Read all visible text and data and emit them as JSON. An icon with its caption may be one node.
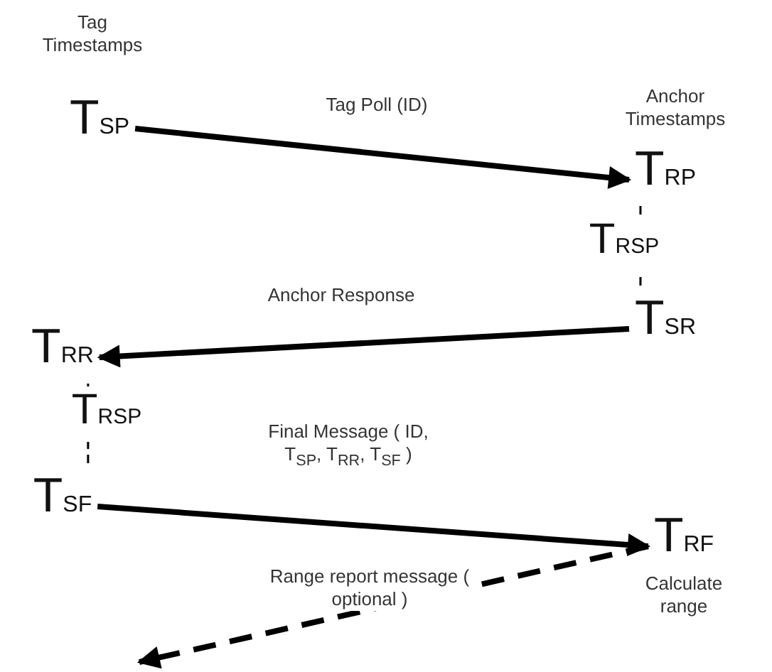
{
  "diagram": {
    "nodes": [
      {
        "text": [
          "T$_{SP}$"
        ]
      },
      {
        "text": [
          "T$_{RP}$"
        ]
      },
      {
        "text": [
          "T$_{SR}$"
        ]
      },
      {
        "text": [
          "T$_{RR}$"
        ]
      },
      {
        "text": [
          "T$_{SF}$"
        ]
      },
      {
        "text": [
          "T$_{RF}$"
        ],
        "beside": [
          "Calculate range"
        ]
      }
    ],
    "edges": [
      {
        "from": 0,
        "to": 1,
        "arrow": "to",
        "label": "Tag Poll (ID)"
      },
      {
        "from": 1,
        "to": 2,
        "arrow": "none",
        "style": "dashed",
        "label": "T$_{RSP}$"
      },
      {
        "from": 2,
        "to": 3,
        "arrow": "to",
        "label": "Anchor Response"
      },
      {
        "from": 3,
        "to": 4,
        "arrow": "none",
        "style": "dashed",
        "label": "T$_{RSP}$"
      },
      {
        "from": 4,
        "to": 5,
        "arrow": "to",
        "label": "Final Message ( ID, T$_{SP}$, T$_{RR}$, T$_{SF}$ )"
      },
      {
        "from": 5,
        "to": null,
        "arrow": "to",
        "style": "dashed",
        "label": "Range report message ( optional )"
      }
    ],
    "labels": [
      "Tag Timestamps",
      "Anchor Timestamps"
    ]
  }
}
